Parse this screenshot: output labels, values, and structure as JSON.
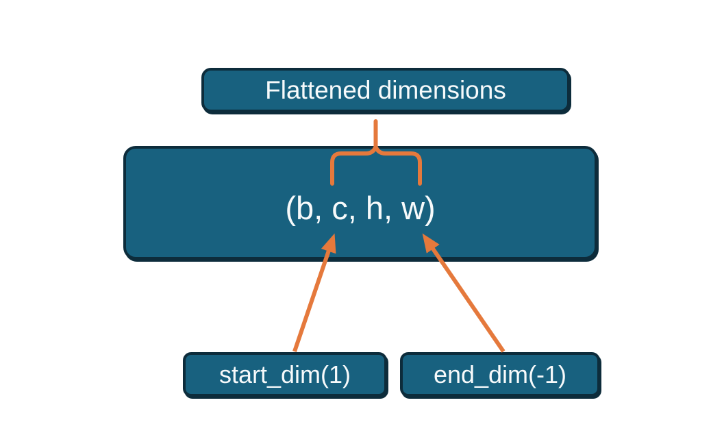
{
  "diagram": {
    "description": "Flatten operation dimensions diagram",
    "nodes": {
      "flattened": {
        "label": "Flattened dimensions"
      },
      "tensor": {
        "label": "(b, c, h, w)"
      },
      "start_dim": {
        "label": "start_dim(1)"
      },
      "end_dim": {
        "label": "end_dim(-1)"
      }
    },
    "connectors": {
      "brace": "brace spanning c,h,w linking tensor box to Flattened dimensions label",
      "arrow_start": "arrow from start_dim(1) to dimension c",
      "arrow_end": "arrow from end_dim(-1) to dimension w"
    },
    "colors": {
      "node_fill": "#18617F",
      "node_border": "#0D2C3B",
      "accent_orange": "#E5793C",
      "text": "#F7FAFB",
      "background": "#FFFFFF"
    }
  }
}
